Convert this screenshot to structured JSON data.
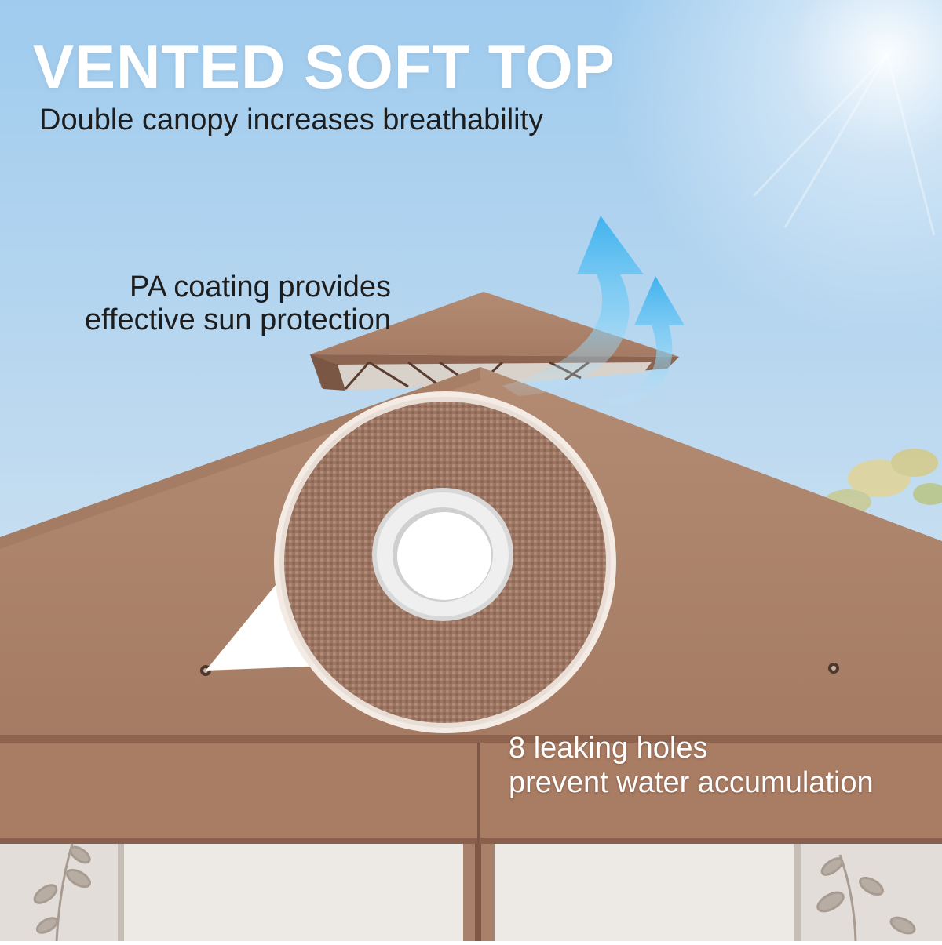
{
  "heading": {
    "title": "VENTED SOFT TOP",
    "subtitle": "Double canopy increases breathability"
  },
  "callouts": {
    "pa_coating": {
      "line1": "PA coating provides",
      "line2": "effective sun protection"
    },
    "leaking_holes": {
      "line1": "8 leaking holes",
      "line2": "prevent water accumulation"
    }
  },
  "colors": {
    "sky_top": "#9fcbee",
    "sky_bottom": "#e3eef6",
    "canopy": "#a98068",
    "canopy_dark": "#8c6450",
    "airflow_arrow": "#4fb8ef",
    "fabric_zoom": "#9e7663"
  }
}
